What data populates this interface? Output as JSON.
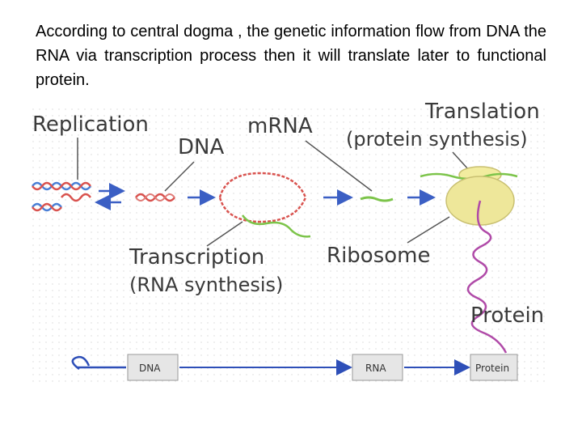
{
  "caption": "According to central dogma , the genetic information flow from DNA the RNA via transcription process then it will translate later to functional protein.",
  "diagram": {
    "labels": {
      "replication": "Replication",
      "dna": "DNA",
      "mrna": "mRNA",
      "translation": "Translation",
      "translation_sub": "(protein synthesis)",
      "transcription": "Transcription",
      "transcription_sub": "(RNA synthesis)",
      "ribosome": "Ribosome",
      "protein": "Protein"
    },
    "flow_boxes": {
      "dna": "DNA",
      "rna": "RNA",
      "protein": "Protein"
    },
    "colors": {
      "text": "#3a3a3a",
      "dna_strand": "#d9534f",
      "dna_strand_alt": "#4a7fd6",
      "rna_strand": "#7cc44a",
      "arrow": "#3b5fc4",
      "protein_chain": "#b04aa8",
      "ribosome": "#eee79a",
      "flow_arrow": "#2e4fb8",
      "box_fill": "#e6e6e6"
    }
  }
}
